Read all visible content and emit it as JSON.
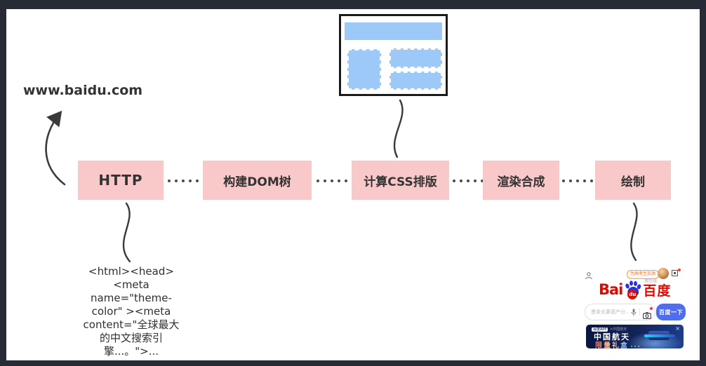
{
  "diagram": {
    "url_label": "www.baidu.com",
    "stages": [
      {
        "label": "HTTP"
      },
      {
        "label": "构建DOM树"
      },
      {
        "label": "计算CSS排版"
      },
      {
        "label": "渲染合成"
      },
      {
        "label": "绘制"
      }
    ],
    "code_snippet": "<html><head>\n<meta\nname=\"theme-\ncolor\" ><meta\ncontent=\"全球最大\n的中文搜索引\n擎...。\">...",
    "colors": {
      "frame_bg": "#272b35",
      "canvas_bg": "#ffffff",
      "stage_bg": "#f9c9c9",
      "stage_text": "#333333",
      "wireframe_fill": "#9dc9f8",
      "wireframe_border": "#1b1b1b",
      "connector": "#3a3a3a"
    }
  },
  "baidu_preview": {
    "topbar": {
      "pill_label": "为高考生加油",
      "user_icon": "user-icon",
      "avatar": "avatar",
      "scan_icon": "qr-scan-icon"
    },
    "logo": {
      "bai": "Bai",
      "du": "du",
      "cn": "百度",
      "variant_label": "网页版",
      "red": "#e10900",
      "blue": "#2932e1"
    },
    "search": {
      "placeholder": "墨茶夫妻遗产分...",
      "button_label": "百度一下",
      "button_color": "#4e6ef2"
    },
    "banner": {
      "badge": "百度APP",
      "subbadge": "×中国航天",
      "title": "中国航天",
      "subtitle": "限量礼盒",
      "close_label": "×"
    }
  }
}
